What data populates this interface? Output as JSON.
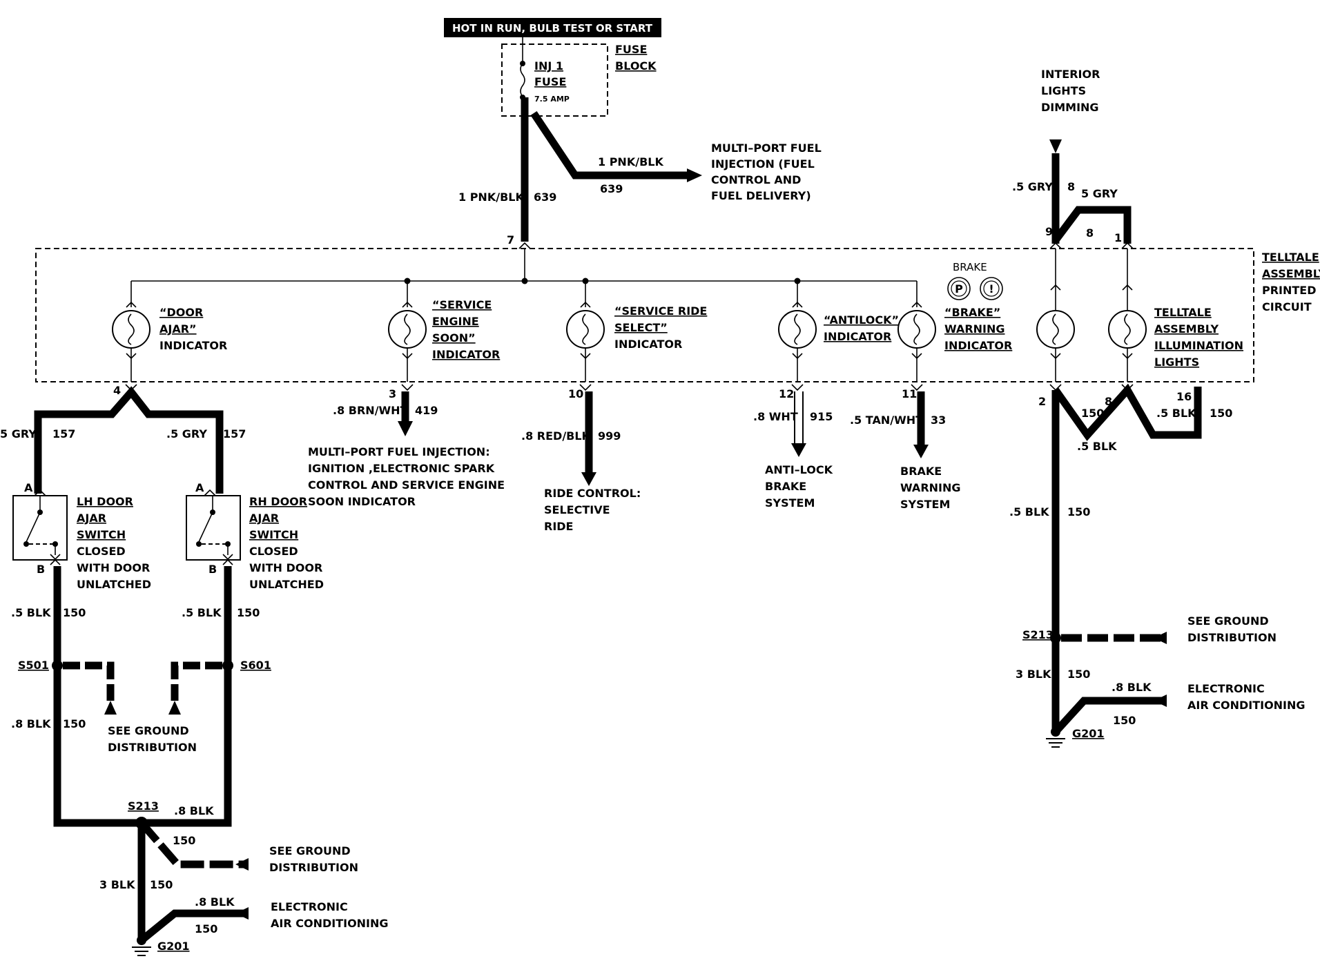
{
  "header": {
    "power_label": "HOT IN RUN, BULB TEST OR START"
  },
  "fuse_block": {
    "fuse_name_1": "INJ 1",
    "fuse_name_2": "FUSE",
    "fuse_rating": "7.5 AMP",
    "block_label_1": "FUSE",
    "block_label_2": "BLOCK"
  },
  "feed": {
    "wire_size": "1 PNK/BLK",
    "circuit": "639",
    "branch_size": "1 PNK/BLK",
    "branch_circuit": "639",
    "branch_dest": [
      "MULTI–PORT FUEL",
      "INJECTION (FUEL",
      "CONTROL AND",
      "FUEL DELIVERY)"
    ],
    "pin": "7"
  },
  "telltale": {
    "label": [
      "TELLTALE",
      "ASSEMBLY",
      "PRINTED",
      "CIRCUIT"
    ],
    "brake_text": "BRAKE",
    "brake_symbols": [
      "P",
      "!"
    ]
  },
  "indicators": [
    {
      "label": [
        "“DOOR",
        "AJAR”",
        "INDICATOR"
      ],
      "pin": "4"
    },
    {
      "label": [
        "“SERVICE",
        "ENGINE",
        "SOON”",
        "INDICATOR"
      ],
      "pin": "3",
      "wire": ".8 BRN/WHT",
      "circuit": "419",
      "dest": [
        "MULTI–PORT FUEL INJECTION:",
        "IGNITION ,ELECTRONIC SPARK",
        "CONTROL AND SERVICE ENGINE",
        "SOON INDICATOR"
      ]
    },
    {
      "label": [
        "“SERVICE RIDE",
        "SELECT”",
        "INDICATOR"
      ],
      "pin": "10",
      "wire": ".8 RED/BLK",
      "circuit": "999",
      "dest": [
        "RIDE CONTROL:",
        "SELECTIVE",
        "RIDE"
      ]
    },
    {
      "label": [
        "“ANTILOCK”",
        "INDICATOR"
      ],
      "pin": "12",
      "wire": ".8 WHT",
      "circuit": "915",
      "dest": [
        "ANTI–LOCK",
        "BRAKE",
        "SYSTEM"
      ]
    },
    {
      "label": [
        "“BRAKE”",
        "WARNING",
        "INDICATOR"
      ],
      "pin": "11",
      "wire": ".5 TAN/WHT",
      "circuit": "33",
      "dest": [
        "BRAKE",
        "WARNING",
        "SYSTEM"
      ]
    }
  ],
  "illumination": {
    "label": [
      "TELLTALE",
      "ASSEMBLY",
      "ILLUMINATION",
      "LIGHTS"
    ],
    "dimming": [
      "INTERIOR",
      "LIGHTS",
      "DIMMING"
    ],
    "in_wire_a": ".5 GRY",
    "in_circuit_a": "8",
    "in_wire_b": "5 GRY",
    "in_circuit_b": "8",
    "pin_a": "9",
    "pin_b": "1",
    "pin_out_a": "2",
    "pin_out_b": "16",
    "out_circuit_mid": "8",
    "out_circuit_a": "150",
    "out_wire_b": ".5 BLK",
    "out_circuit_b": "150",
    "jumper_wire": ".5 BLK",
    "main_wire": ".5 BLK",
    "main_circuit": "150",
    "splice": "S213",
    "ground_label": [
      "SEE GROUND",
      "DISTRIBUTION"
    ],
    "lower_wire": "3 BLK",
    "lower_circuit": "150",
    "ac_wire": ".8 BLK",
    "ac_circuit": "150",
    "ac_label": [
      "ELECTRONIC",
      "AIR CONDITIONING"
    ],
    "ground": "G201"
  },
  "door_switches": {
    "left": {
      "wire_in": "5 GRY",
      "circuit_in": "157",
      "label": [
        "LH DOOR",
        "AJAR",
        "SWITCH"
      ],
      "state": [
        "CLOSED",
        "WITH DOOR",
        "UNLATCHED"
      ],
      "pin_a": "A",
      "pin_b": "B",
      "wire_out": ".5 BLK",
      "circuit_out": "150",
      "splice": "S501",
      "lower_wire": ".8 BLK",
      "lower_circuit": "150"
    },
    "right": {
      "wire_in": ".5 GRY",
      "circuit_in": "157",
      "label": [
        "RH DOOR",
        "AJAR",
        "SWITCH"
      ],
      "state": [
        "CLOSED",
        "WITH DOOR",
        "UNLATCHED"
      ],
      "pin_a": "A",
      "pin_b": "B",
      "wire_out": ".5 BLK",
      "circuit_out": "150",
      "splice": "S601"
    },
    "ground_label": [
      "SEE GROUND",
      "DISTRIBUTION"
    ]
  },
  "left_ground": {
    "splice": "S213",
    "right_wire": ".8 BLK",
    "branch_circuit": "150",
    "ground_label": [
      "SEE GROUND",
      "DISTRIBUTION"
    ],
    "lower_wire": "3 BLK",
    "lower_circuit": "150",
    "ac_wire": ".8 BLK",
    "ac_circuit": "150",
    "ac_label": [
      "ELECTRONIC",
      "AIR CONDITIONING"
    ],
    "ground": "G201"
  }
}
